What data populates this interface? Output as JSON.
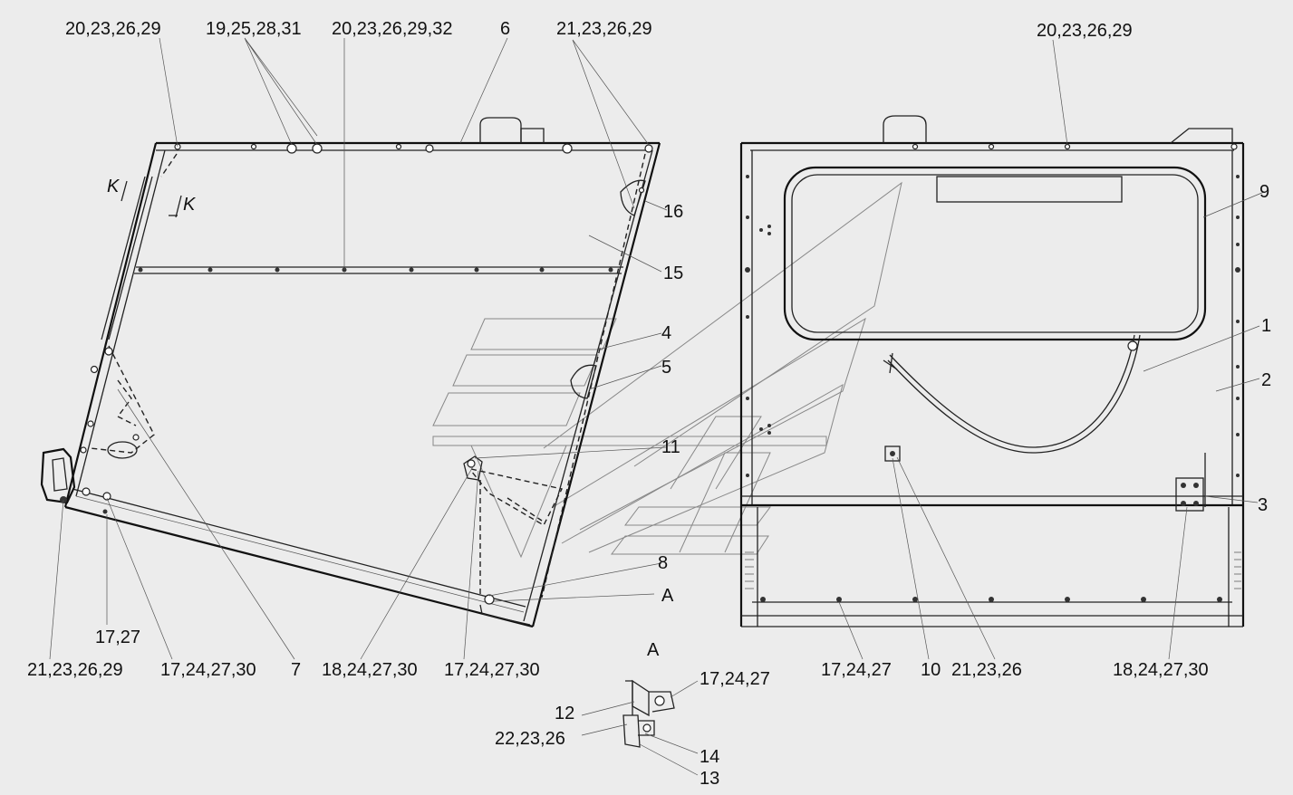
{
  "callouts": {
    "l_top_1": "20,23,26,29",
    "l_top_2": "19,25,28,31",
    "l_top_3": "20,23,26,29,32",
    "l_top_4": "6",
    "l_top_5": "21,23,26,29",
    "r_top": "20,23,26,29",
    "n16": "16",
    "n15": "15",
    "n4": "4",
    "n5": "5",
    "n11": "11",
    "n8": "8",
    "nA": "A",
    "n9": "9",
    "n1": "1",
    "n2": "2",
    "n3": "3",
    "b_1727": "17,27",
    "b_l1": "21,23,26,29",
    "b_l2": "17,24,27,30",
    "b_7": "7",
    "b_l3": "18,24,27,30",
    "b_l4": "17,24,27,30",
    "b_r1": "17,24,27",
    "b_r2": "10",
    "b_r3": "21,23,26",
    "b_r4": "18,24,27,30",
    "detail_title": "A",
    "d_1": "17,24,27",
    "d_2": "12",
    "d_3": "22,23,26",
    "d_4": "14",
    "d_5": "13",
    "sect_1": "K",
    "sect_2": "K"
  }
}
